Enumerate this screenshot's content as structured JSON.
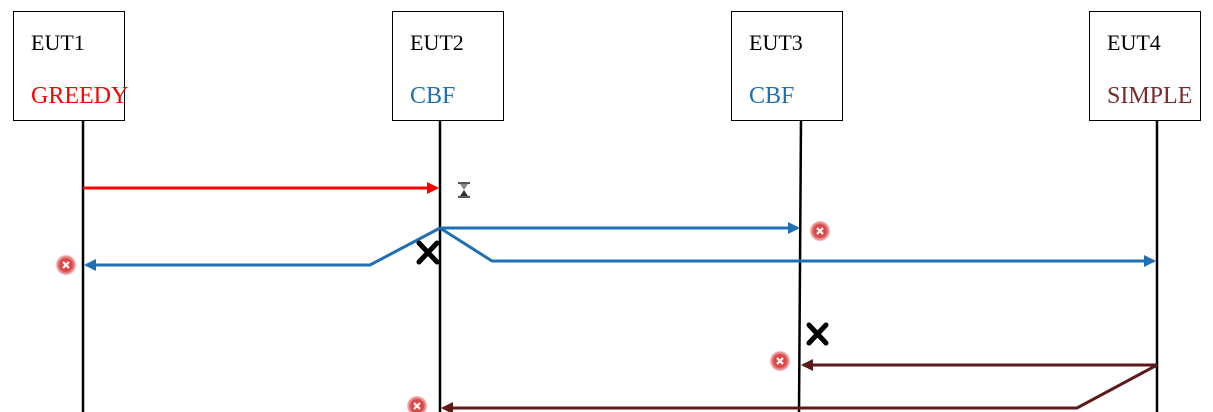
{
  "colors": {
    "greedy": "#ff0000",
    "cbf": "#1f6fb5",
    "simple": "#5c1a1a",
    "lifeline": "#000000",
    "drop_icon": "#e05555"
  },
  "euts": [
    {
      "name": "EUT1",
      "protocol": "GREEDY",
      "protocol_color": "#ff0000"
    },
    {
      "name": "EUT2",
      "protocol": "CBF",
      "protocol_color": "#1f6fb5"
    },
    {
      "name": "EUT3",
      "protocol": "CBF",
      "protocol_color": "#1f6fb5"
    },
    {
      "name": "EUT4",
      "protocol": "SIMPLE",
      "protocol_color": "#7a2b2b"
    }
  ],
  "icons": [
    "hourglass-icon",
    "drop-icon",
    "collision-x-icon"
  ]
}
